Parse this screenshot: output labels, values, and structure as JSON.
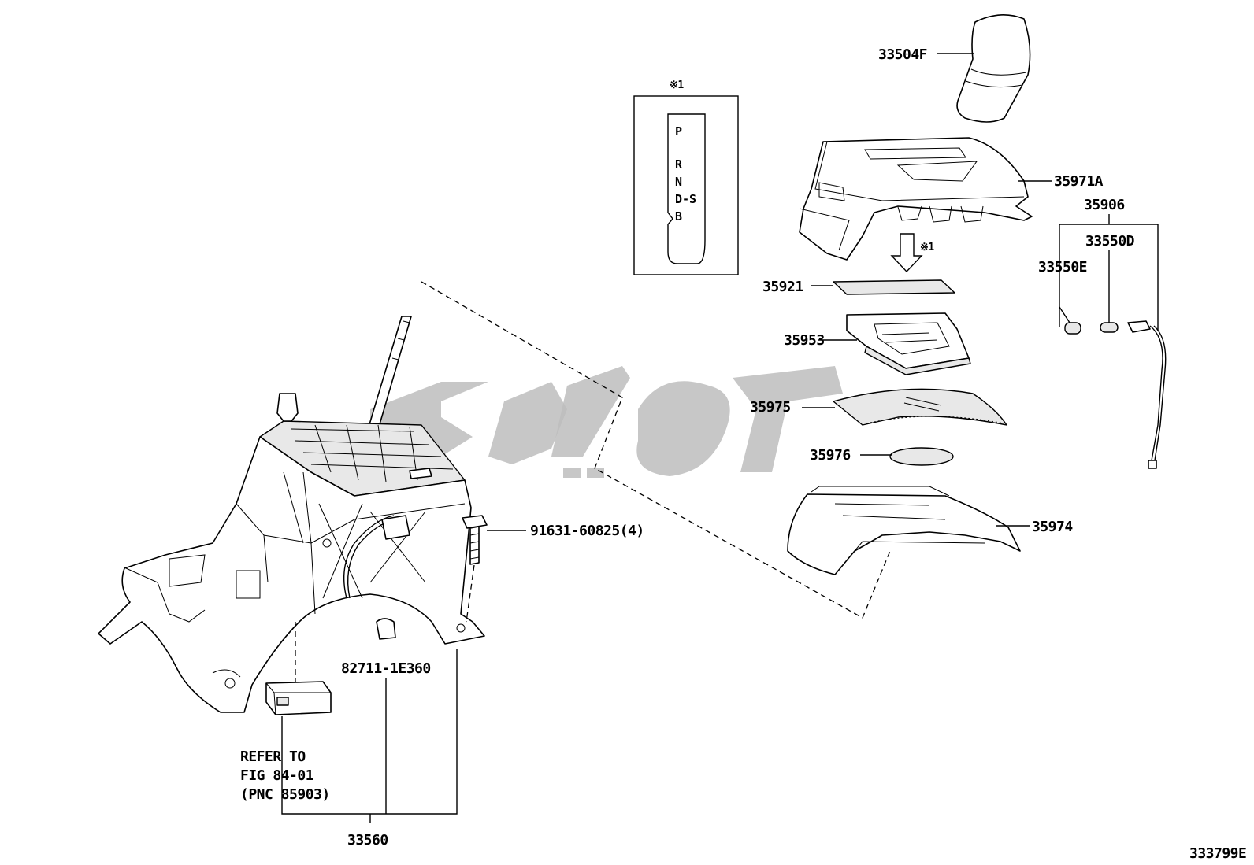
{
  "figure_id": "333799E",
  "callouts": {
    "knob": "33504F",
    "housing": "35971A",
    "plate": "35921",
    "indicator": "35953",
    "slide_upper": "35975",
    "disc": "35976",
    "slide_lower": "35974",
    "bolt": "91631-60825(4)",
    "clip": "82711-1E360",
    "assembly": "33560",
    "bulb_group": "35906",
    "bulb_d": "33550D",
    "bulb_e": "33550E"
  },
  "note_mark": "※1",
  "refer_note": {
    "line1": "REFER TO",
    "line2": "FIG 84-01",
    "line3": "(PNC 85903)"
  },
  "selector_box": {
    "mark": "※1",
    "positions": [
      "P",
      "R",
      "N",
      "D-S",
      "B"
    ]
  }
}
